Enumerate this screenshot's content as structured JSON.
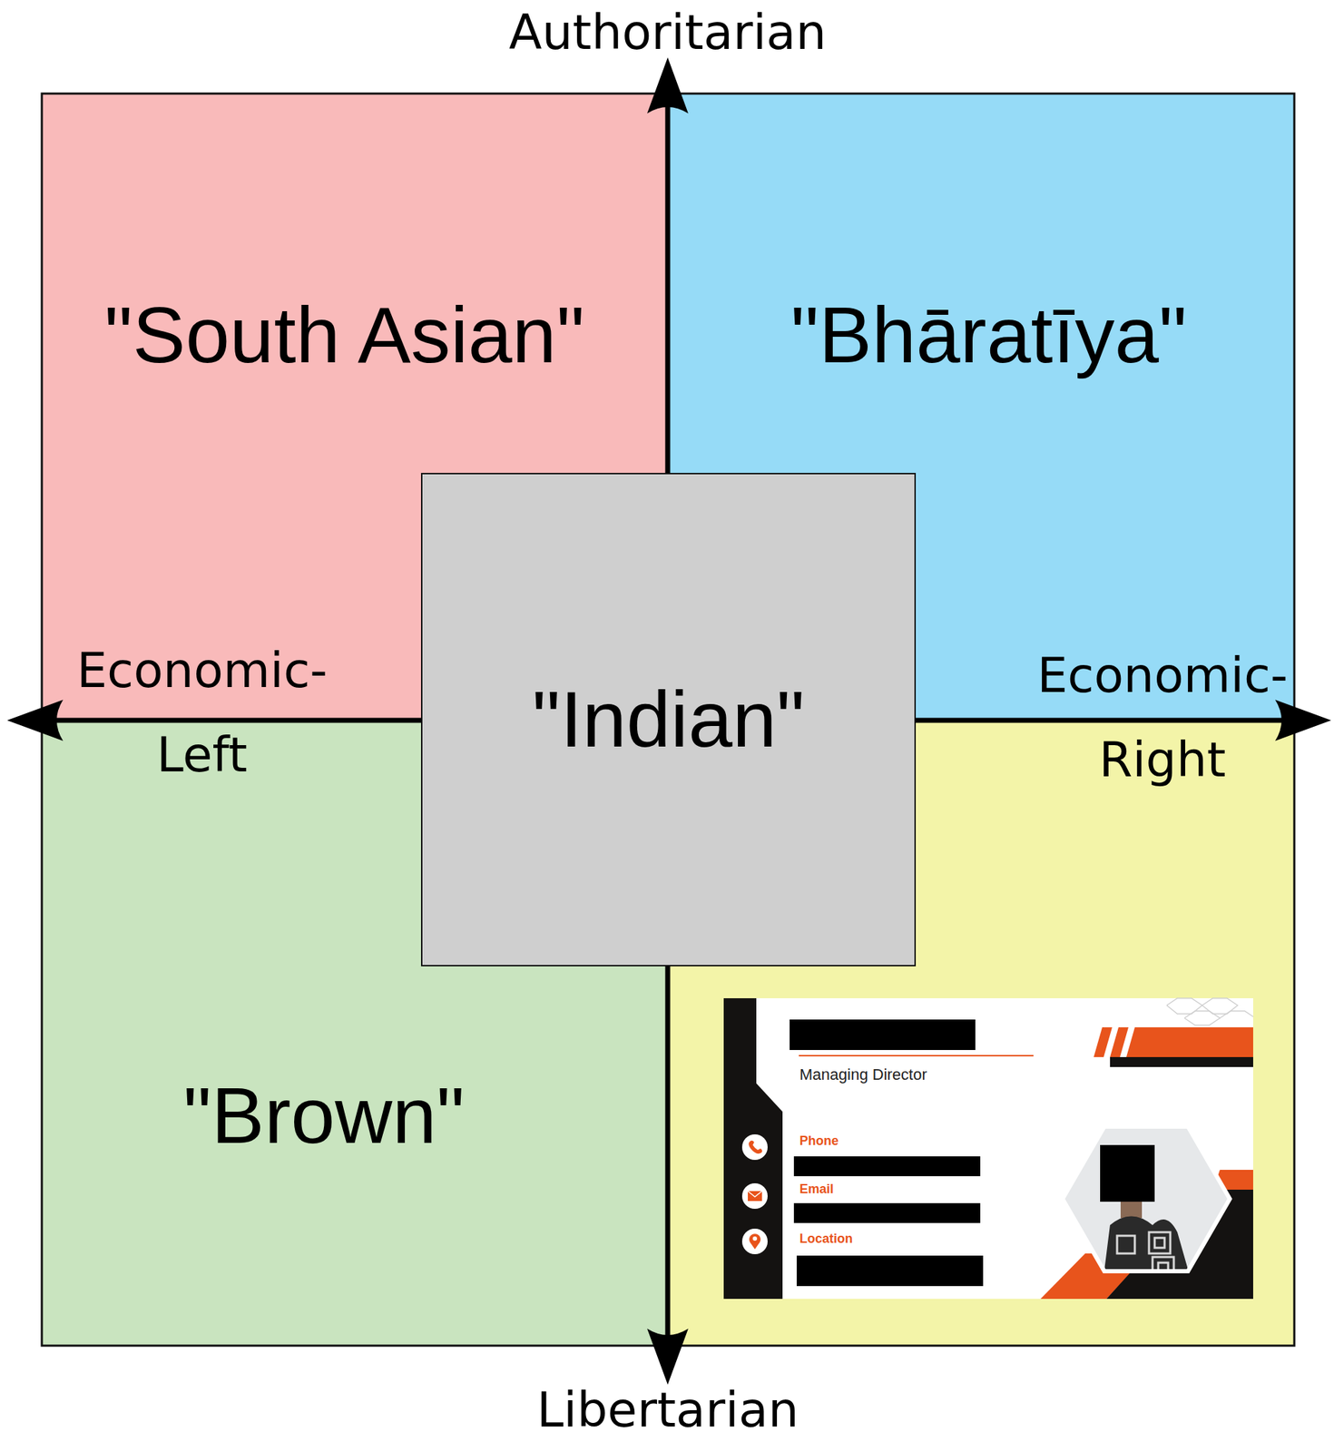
{
  "diagram": {
    "nodes": [
      {
        "text": [
          "\"South Asian\""
        ]
      },
      {
        "text": [
          "\"Bhāratīya\""
        ]
      },
      {
        "text": [
          "\"Indian\""
        ]
      },
      {
        "text": [
          "\"Brown\""
        ]
      },
      {
        "text": [
          "Managing Director",
          "Phone",
          "Email",
          "Location"
        ]
      }
    ],
    "labels": [
      "Authoritarian",
      "Economic- Left",
      "Economic- Right",
      "Libertarian"
    ]
  }
}
